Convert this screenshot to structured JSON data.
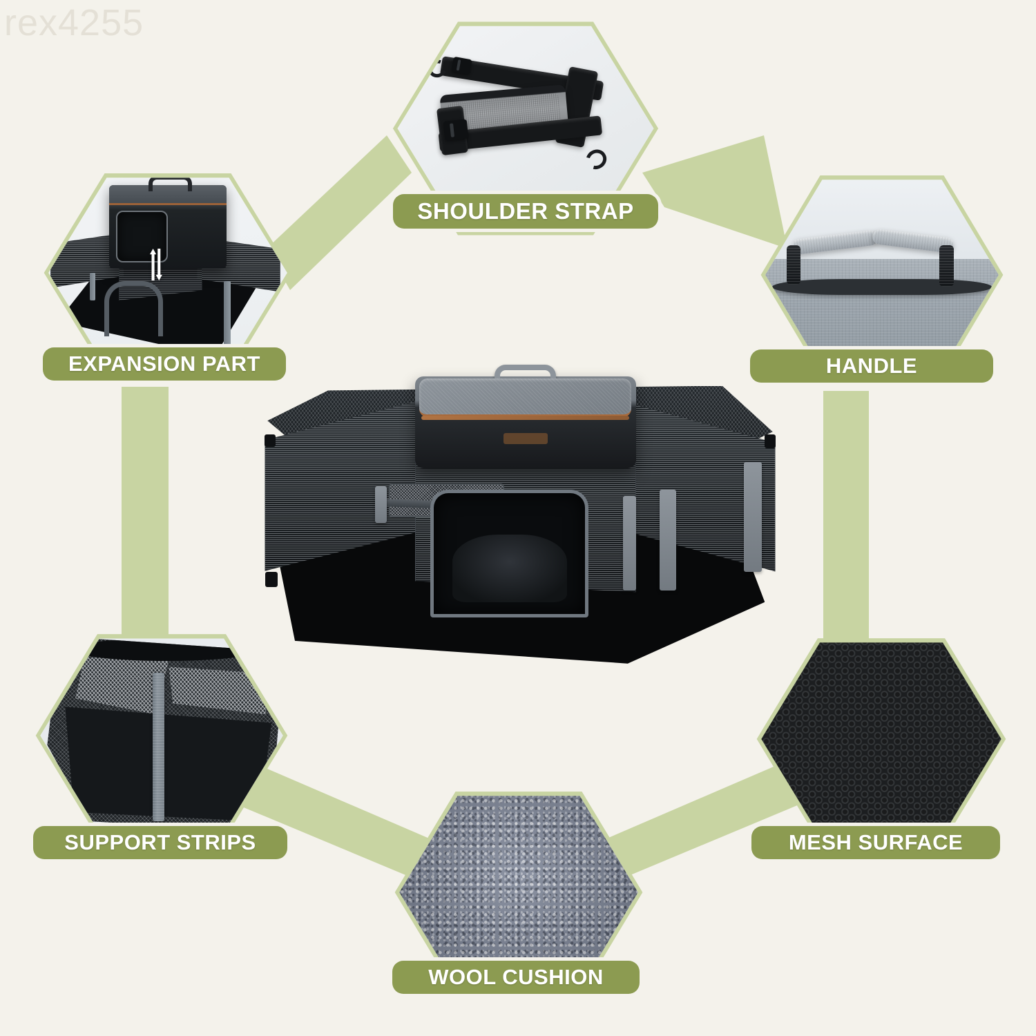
{
  "page": {
    "watermark": "rex4255",
    "background_color": "#F4F2EB",
    "accent_label_color": "#8C9B51",
    "connector_color": "#C8D4A2",
    "label_text_color": "#FFFFFF"
  },
  "callouts": [
    {
      "id": "shoulder-strap",
      "label": "SHOULDER STRAP",
      "position": "top-center",
      "image_subject": "black nylon adjustable shoulder strap with gray padded shoulder piece and metal swivel hooks"
    },
    {
      "id": "expansion-part",
      "label": "EXPANSION PART",
      "position": "top-left",
      "image_subject": "pet carrier sitting on expanded mesh playpen base with white up-down arrows showing expansion"
    },
    {
      "id": "handle",
      "label": "HANDLE",
      "position": "top-right",
      "image_subject": "gray padded carry handle arch mounted on gray fabric top panel"
    },
    {
      "id": "support-strips",
      "label": "SUPPORT STRIPS",
      "position": "bottom-left",
      "image_subject": "black mesh panel corner with vertical gray reinforcement support strip"
    },
    {
      "id": "wool-cushion",
      "label": "WOOL CUSHION",
      "position": "bottom-center",
      "image_subject": "gray-blue sherpa wool fleece cushion texture"
    },
    {
      "id": "mesh-surface",
      "label": "MESH SURFACE",
      "position": "bottom-right",
      "image_subject": "dark charcoal honeycomb breathable mesh fabric close-up"
    }
  ],
  "hero": {
    "name": "expandable pet carrier playpen",
    "description": "Black mesh expandable pet carrier with gray top bag, brown trim zipper, carry handle, side door and fold-out playpen floor"
  }
}
